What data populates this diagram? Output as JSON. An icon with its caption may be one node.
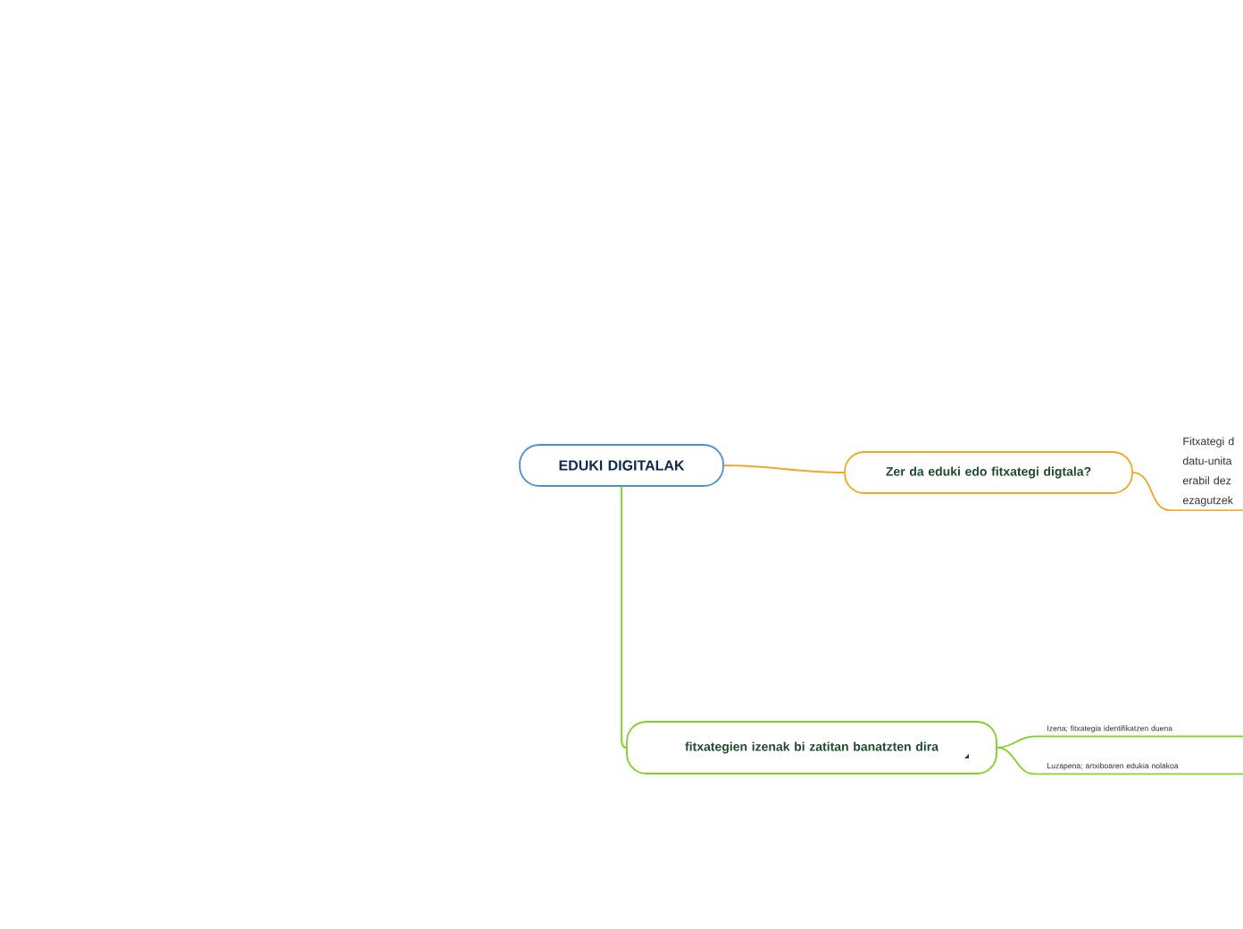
{
  "diagram": {
    "nodes": [
      {
        "text": [
          "EDUKI DIGITALAK"
        ]
      },
      {
        "text": [
          "Zer da eduki edo fitxategi digtala?"
        ]
      },
      {
        "text": [
          "Fitxategi d datu-unita erabil dez ezagutzek"
        ]
      },
      {
        "text": [
          "fitxategien izenak bi zatitan banatzten dira"
        ]
      },
      {
        "text": [
          "Izena; fitxategia identifikatzen duena"
        ]
      },
      {
        "text": [
          "Luzapena; artxiboaren edukia nolakoa"
        ]
      }
    ],
    "edges": [
      {
        "from": 0,
        "to": 1,
        "arrow": "none",
        "color": "#f5a623"
      },
      {
        "from": 1,
        "to": 2,
        "arrow": "none",
        "color": "#f5a623"
      },
      {
        "from": 0,
        "to": 3,
        "arrow": "none"
      },
      {
        "from": 3,
        "to": 4,
        "arrow": "none"
      },
      {
        "from": 3,
        "to": 5,
        "arrow": "none"
      }
    ]
  }
}
